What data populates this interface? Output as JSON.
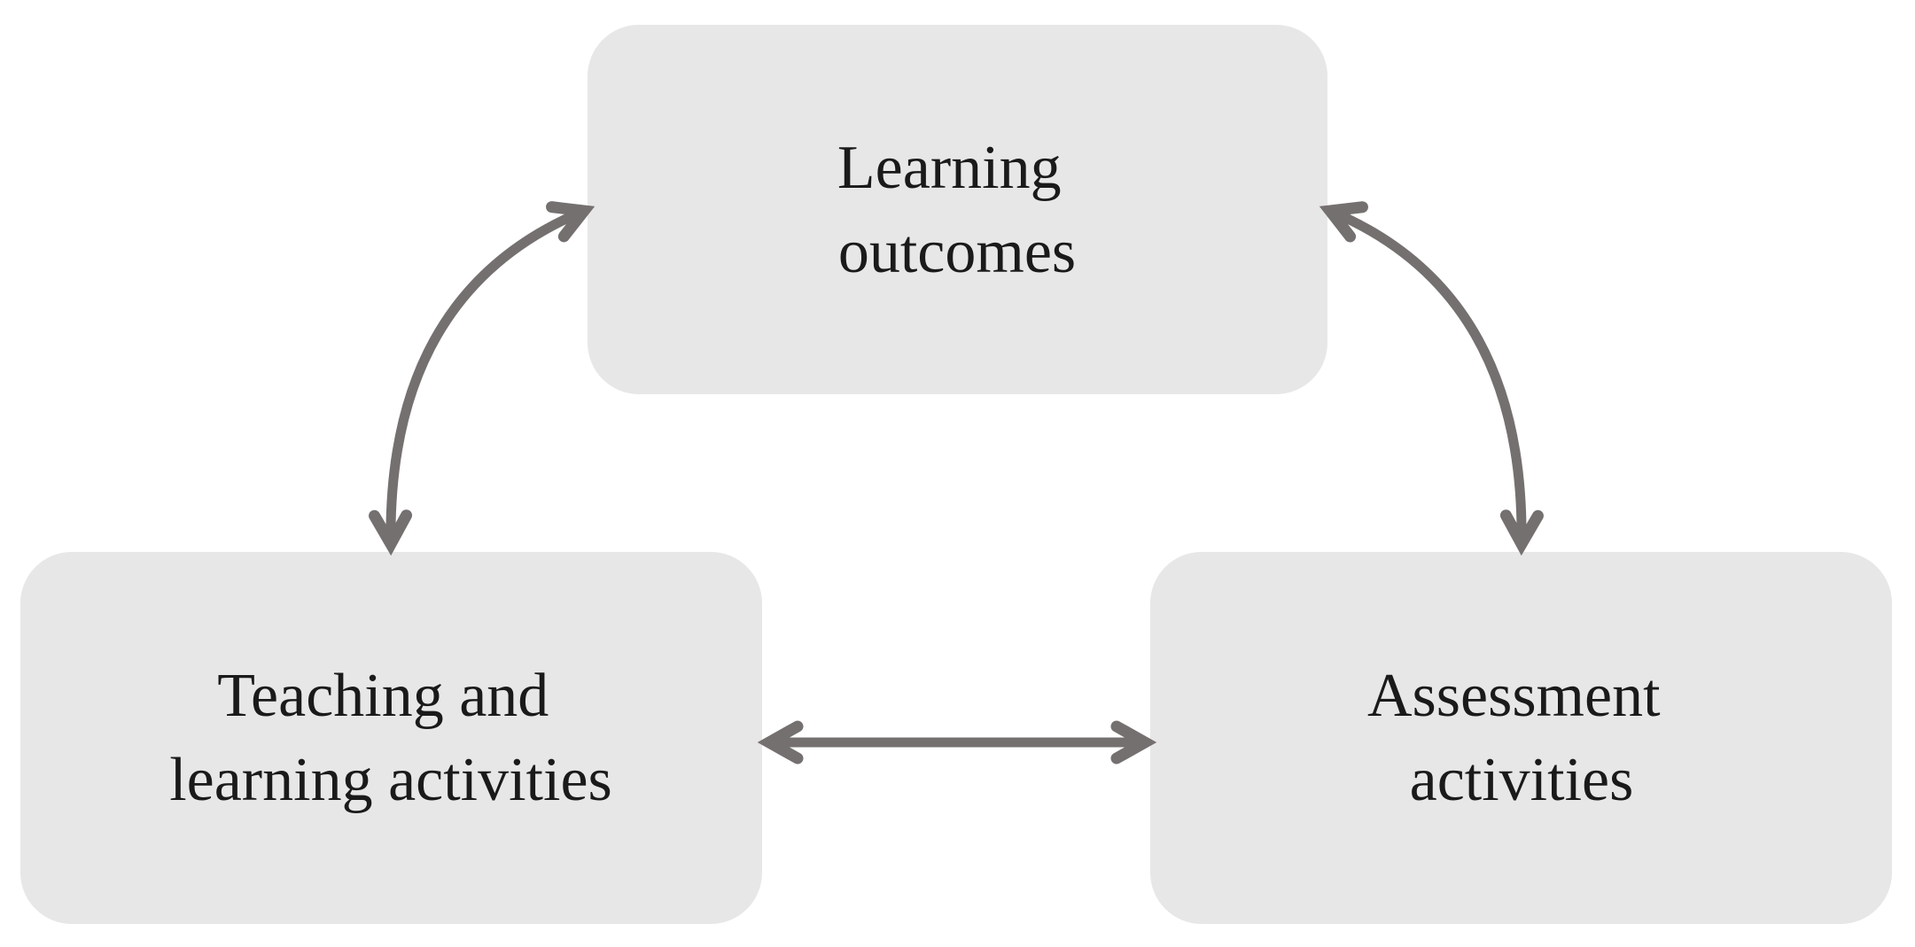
{
  "colors": {
    "background": "#ffffff",
    "node_fill": "#e8e7e7",
    "arrow": "#757070",
    "label_text": "#1a1a1a"
  },
  "nodes": [
    {
      "id": "learning-outcomes",
      "lines": [
        "Learning",
        "outcomes"
      ]
    },
    {
      "id": "teaching-learning-activities",
      "lines": [
        "Teaching and",
        "learning activities"
      ]
    },
    {
      "id": "assessment-activities",
      "lines": [
        "Assessment",
        "activities"
      ]
    }
  ],
  "connections": [
    {
      "between": [
        "teaching-learning-activities",
        "learning-outcomes"
      ],
      "type": "curved",
      "bidirectional": true
    },
    {
      "between": [
        "learning-outcomes",
        "assessment-activities"
      ],
      "type": "curved",
      "bidirectional": true
    },
    {
      "between": [
        "teaching-learning-activities",
        "assessment-activities"
      ],
      "type": "straight",
      "bidirectional": true
    }
  ]
}
